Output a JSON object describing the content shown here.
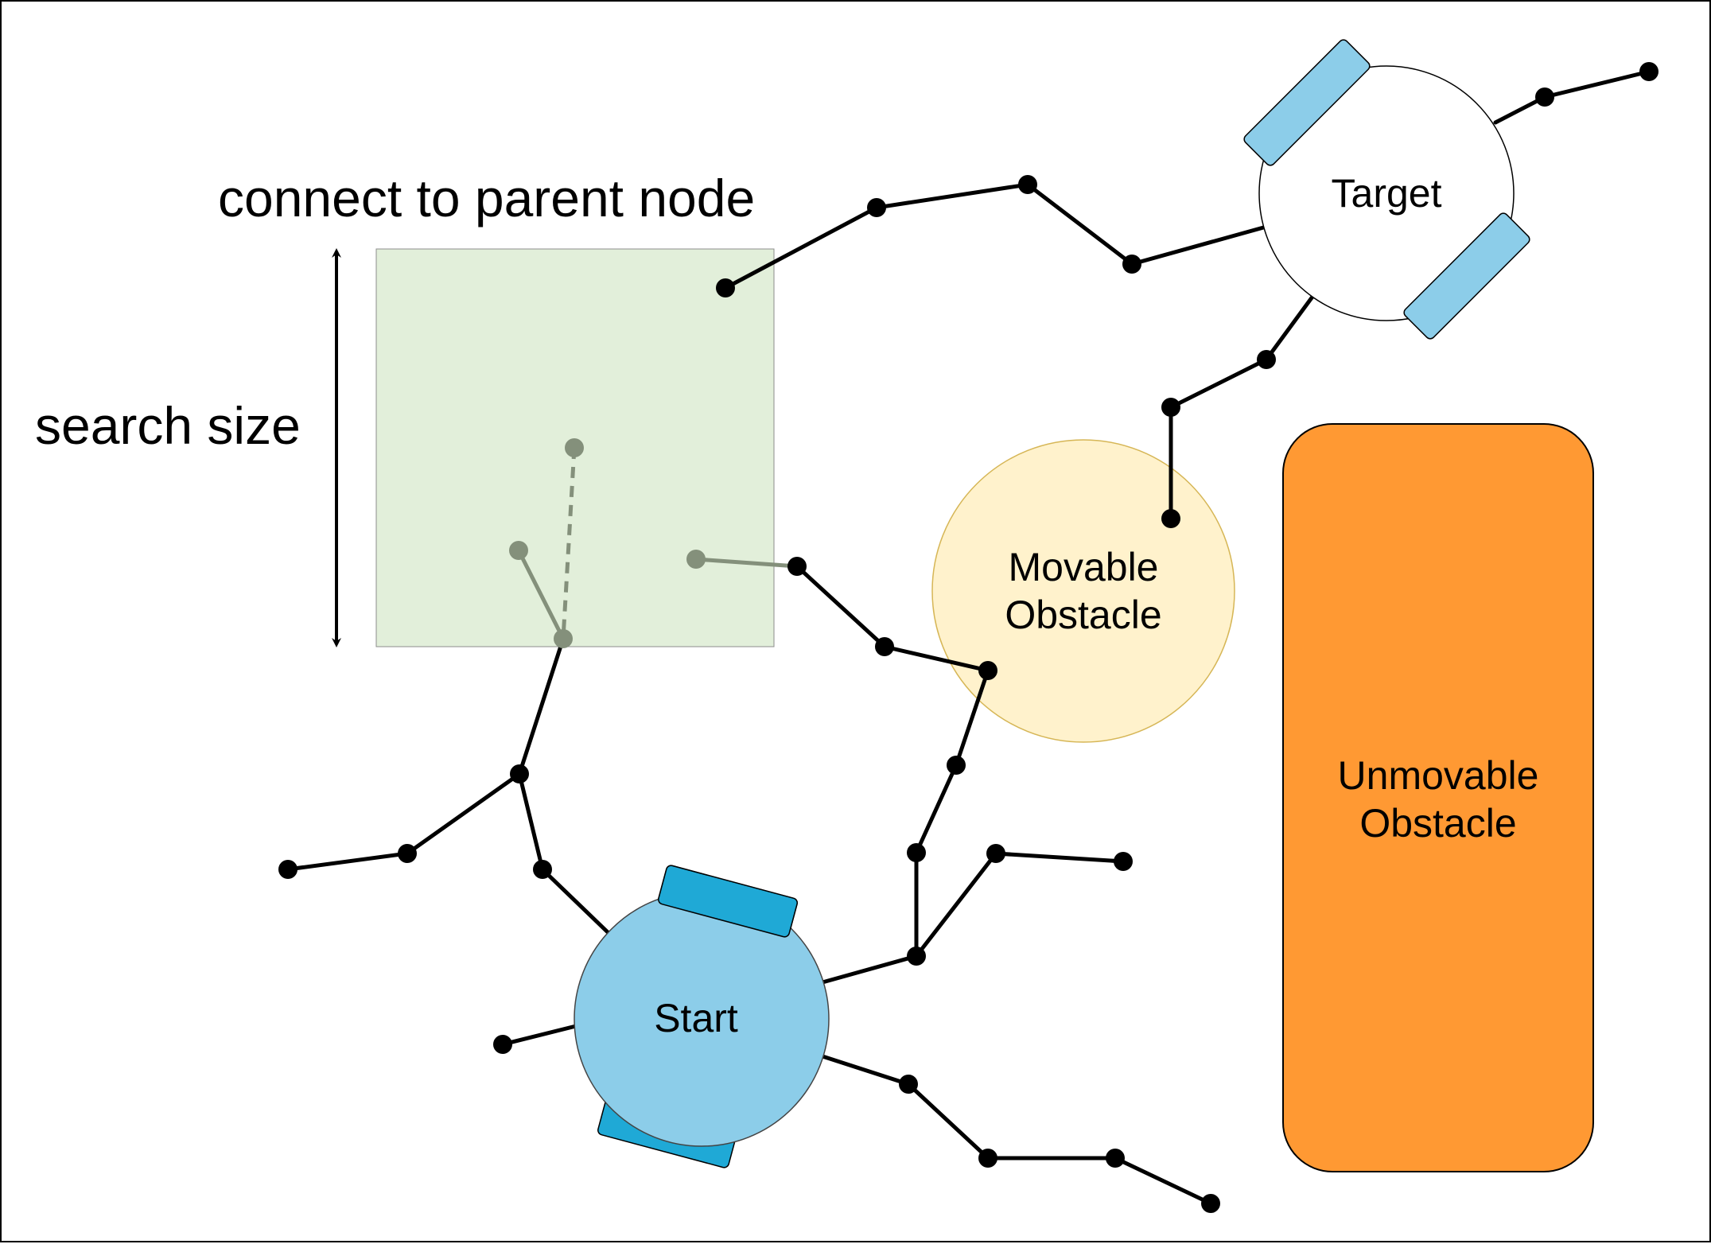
{
  "labels": {
    "connect_to_parent": "connect to parent node",
    "search_size": "search size",
    "target": "Target",
    "start": "Start",
    "movable_obstacle": [
      "Movable",
      "Obstacle"
    ],
    "unmovable_obstacle": [
      "Unmovable",
      "Obstacle"
    ]
  },
  "colors": {
    "search_region_fill": "#e2efda",
    "search_node": "#84907b",
    "movable_obstacle_fill": "#fff2cc",
    "movable_obstacle_stroke": "#d6b656",
    "unmovable_obstacle_fill": "#ff9933",
    "robot_start_fill": "#8ccde9",
    "robot_wheel_dark": "#1fa9d6",
    "robot_target_wheel": "#8ccde9",
    "tree_edge": "#000000"
  },
  "icons": {
    "search_size_marker": "double-headed-arrow-icon",
    "start_robot": "robot-icon",
    "target_robot": "robot-outline-icon"
  }
}
